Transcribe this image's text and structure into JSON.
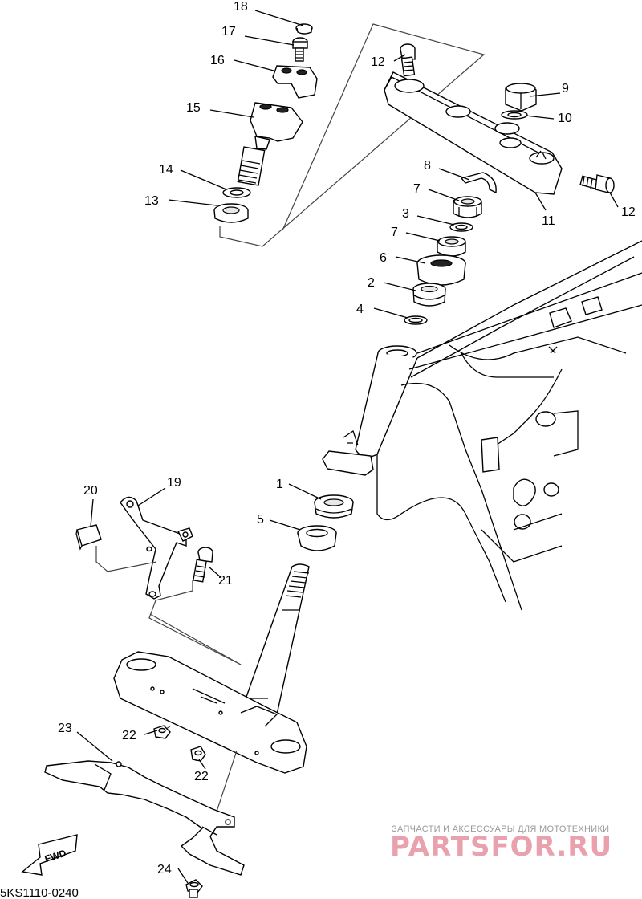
{
  "diagram": {
    "diagram_code": "5KS1110-0240",
    "direction_label": "FWD",
    "watermark": {
      "tagline": "ЗАПЧАСТИ И АКСЕССУАРЫ ДЛЯ МОТОТЕХНИКИ",
      "site": "PARTSFOR.RU"
    },
    "callouts": [
      {
        "id": "c18",
        "label": "18"
      },
      {
        "id": "c17",
        "label": "17"
      },
      {
        "id": "c16",
        "label": "16"
      },
      {
        "id": "c15",
        "label": "15"
      },
      {
        "id": "c14",
        "label": "14"
      },
      {
        "id": "c13",
        "label": "13"
      },
      {
        "id": "c12a",
        "label": "12"
      },
      {
        "id": "c9",
        "label": "9"
      },
      {
        "id": "c10",
        "label": "10"
      },
      {
        "id": "c8",
        "label": "8"
      },
      {
        "id": "c7a",
        "label": "7"
      },
      {
        "id": "c3",
        "label": "3"
      },
      {
        "id": "c7b",
        "label": "7"
      },
      {
        "id": "c6",
        "label": "6"
      },
      {
        "id": "c2",
        "label": "2"
      },
      {
        "id": "c4",
        "label": "4"
      },
      {
        "id": "c11",
        "label": "11"
      },
      {
        "id": "c12b",
        "label": "12"
      },
      {
        "id": "c1",
        "label": "1"
      },
      {
        "id": "c5",
        "label": "5"
      },
      {
        "id": "c20",
        "label": "20"
      },
      {
        "id": "c19",
        "label": "19"
      },
      {
        "id": "c21",
        "label": "21"
      },
      {
        "id": "c23",
        "label": "23"
      },
      {
        "id": "c22a",
        "label": "22"
      },
      {
        "id": "c22b",
        "label": "22"
      },
      {
        "id": "c24",
        "label": "24"
      }
    ]
  }
}
